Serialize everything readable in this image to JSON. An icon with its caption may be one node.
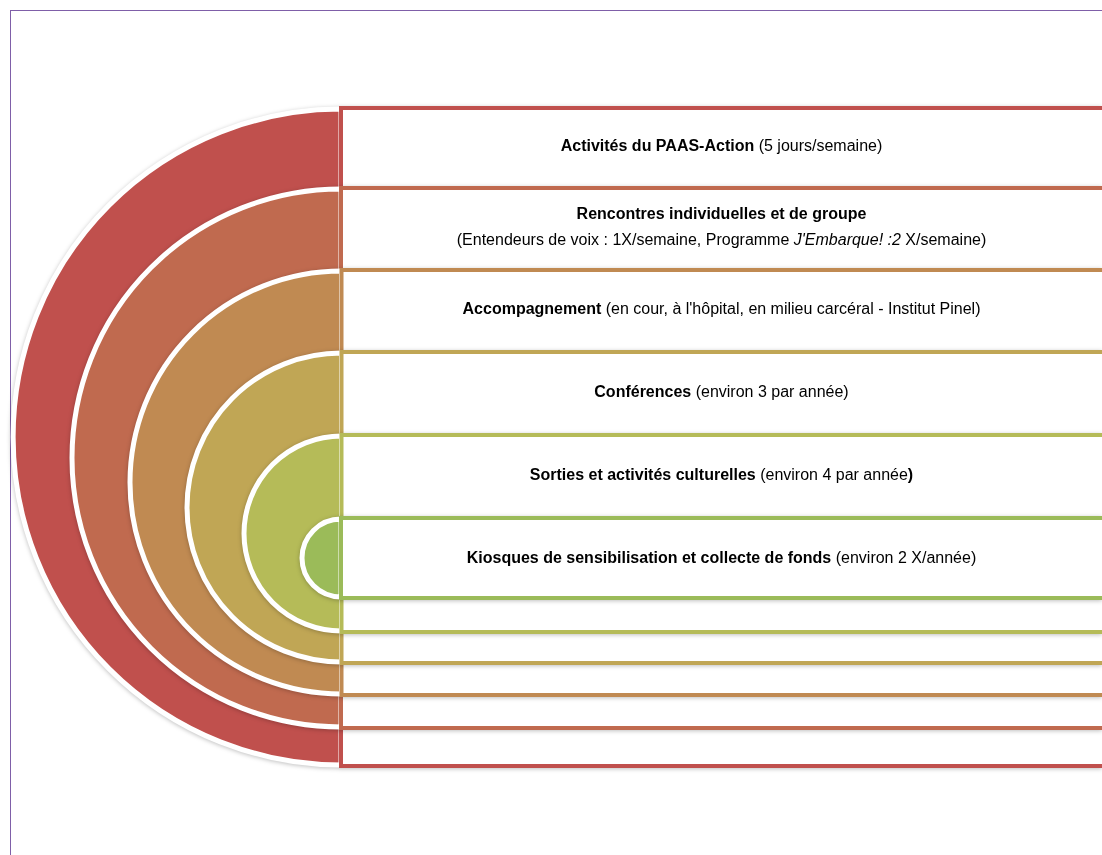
{
  "diagram": {
    "nodes": [
      {
        "text": [
          "**Activités du PAAS-Action** (5 jours/semaine)"
        ]
      },
      {
        "text": [
          "Rencontres individuelles et de groupe",
          "(Entendeurs de voix : 1X/semaine, Programme *J'Embarque!  :2* X/semaine)"
        ],
        "in": 0
      },
      {
        "text": [
          "**Accompagnement** (en cour, à l'hôpital, en milieu carcéral - Institut Pinel)"
        ],
        "in": 1
      },
      {
        "text": [
          "**Conférences** (environ 3 par année)"
        ],
        "in": 2
      },
      {
        "text": [
          "**Sorties et activités culturelles** (environ 4 par année**)**"
        ],
        "in": 3
      },
      {
        "text": [
          "**Kiosques de sensibilisation et collecte de fonds** (environ 2 X/année)"
        ],
        "in": 4
      }
    ]
  }
}
